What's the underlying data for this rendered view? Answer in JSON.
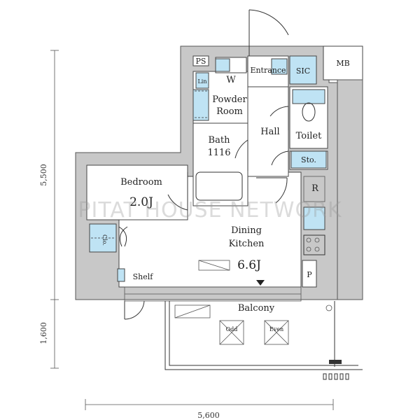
{
  "floorplan": {
    "rooms": {
      "ps": "PS",
      "w": "W",
      "entrance": "Entrance",
      "sic": "SIC",
      "mb": "MB",
      "powder_room_line1": "Powder",
      "powder_room_line2": "Room",
      "bath_line1": "Bath",
      "bath_line2": "1116",
      "hall": "Hall",
      "toilet": "Toilet",
      "sto": "Sto.",
      "bedroom": "Bedroom",
      "bedroom_size": "2.0J",
      "r": "R",
      "dk_line1": "Dining",
      "dk_line2": "Kitchen",
      "dk_size": "6.6J",
      "clo": "Clo.",
      "shelf": "Shelf",
      "p": "P",
      "balcony": "Balcony",
      "odd": "Odd",
      "even": "Even",
      "lin": "Lin"
    },
    "dimensions": {
      "height_main": "5,500",
      "height_balcony": "1,600",
      "width": "5,600"
    },
    "watermark": "PITAT HOUSE NETWORK"
  }
}
